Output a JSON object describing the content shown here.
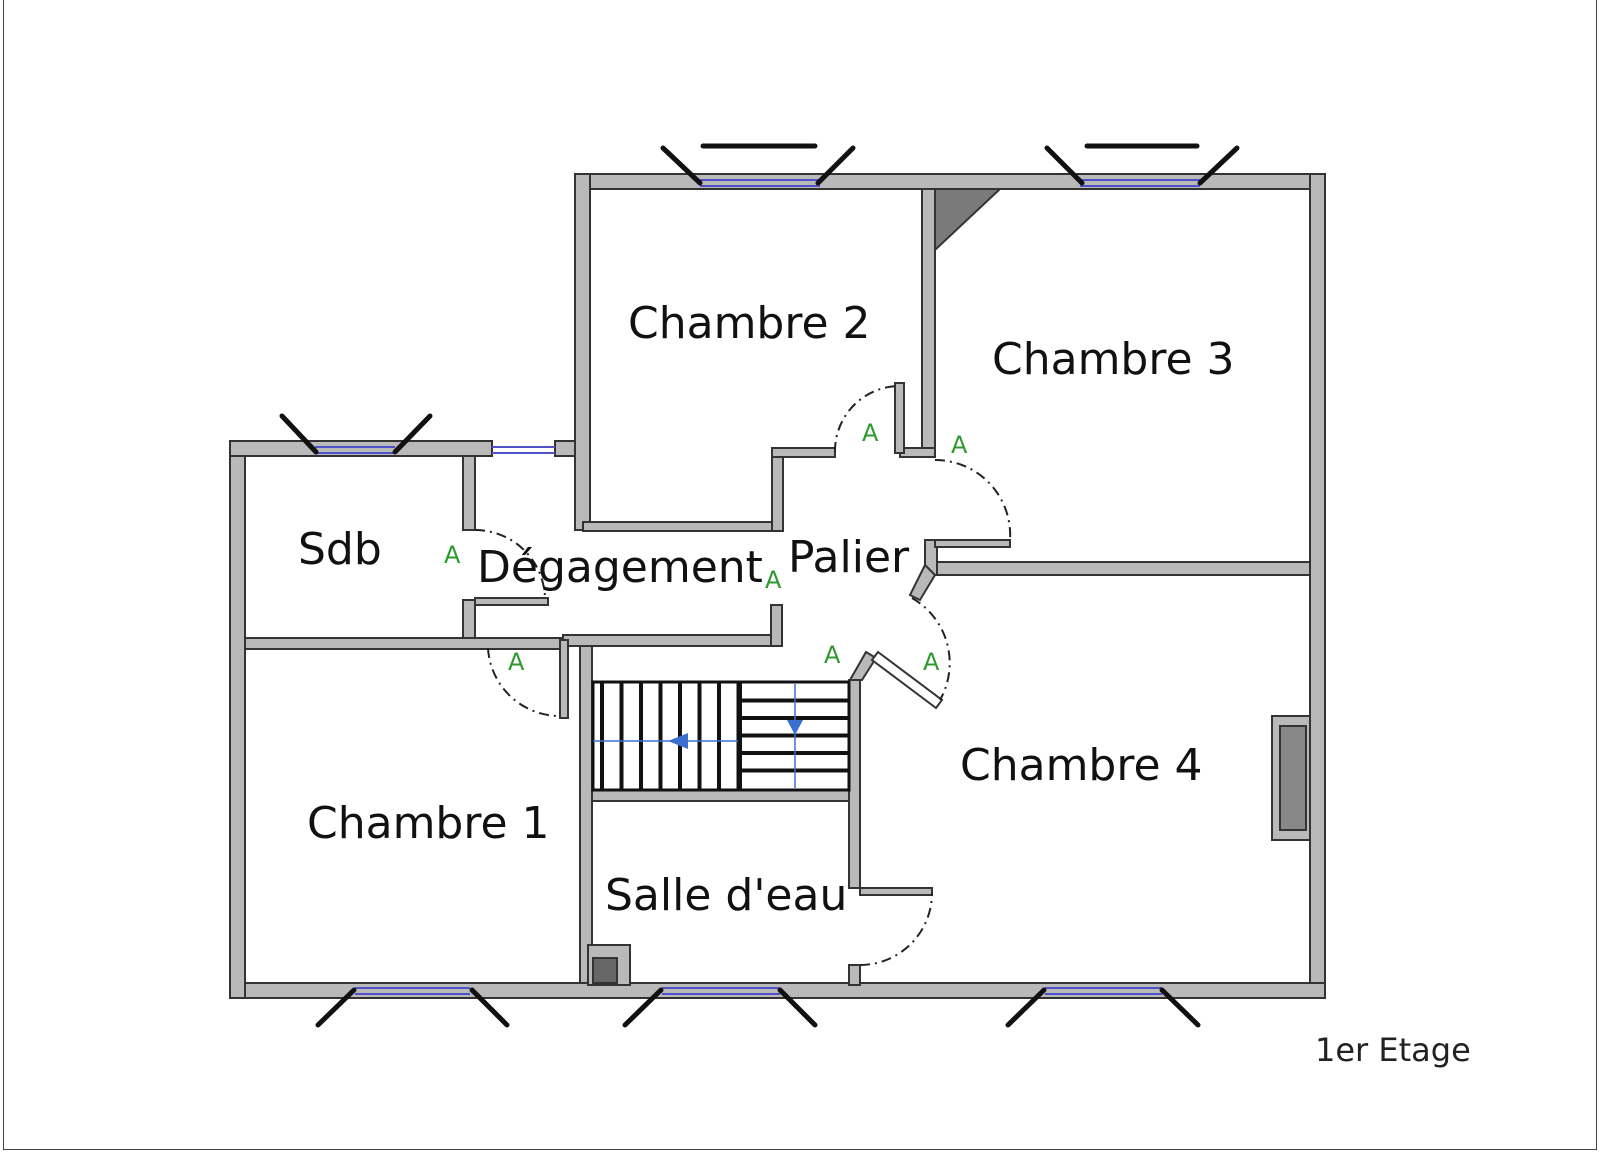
{
  "plan": {
    "floor_label": "1er Etage",
    "rooms": {
      "chambre1": "Chambre 1",
      "chambre2": "Chambre 2",
      "chambre3": "Chambre 3",
      "chambre4": "Chambre 4",
      "sdb": "Sdb",
      "degagement": "Dégagement",
      "palier": "Palier",
      "salle_deau": "Salle d'eau"
    },
    "door_tag": "A",
    "colors": {
      "wall": "#b9b9b9",
      "glass": "#5050c8",
      "door_tag": "#2e9a2e",
      "stair_arrow": "#3a6fd0"
    }
  }
}
